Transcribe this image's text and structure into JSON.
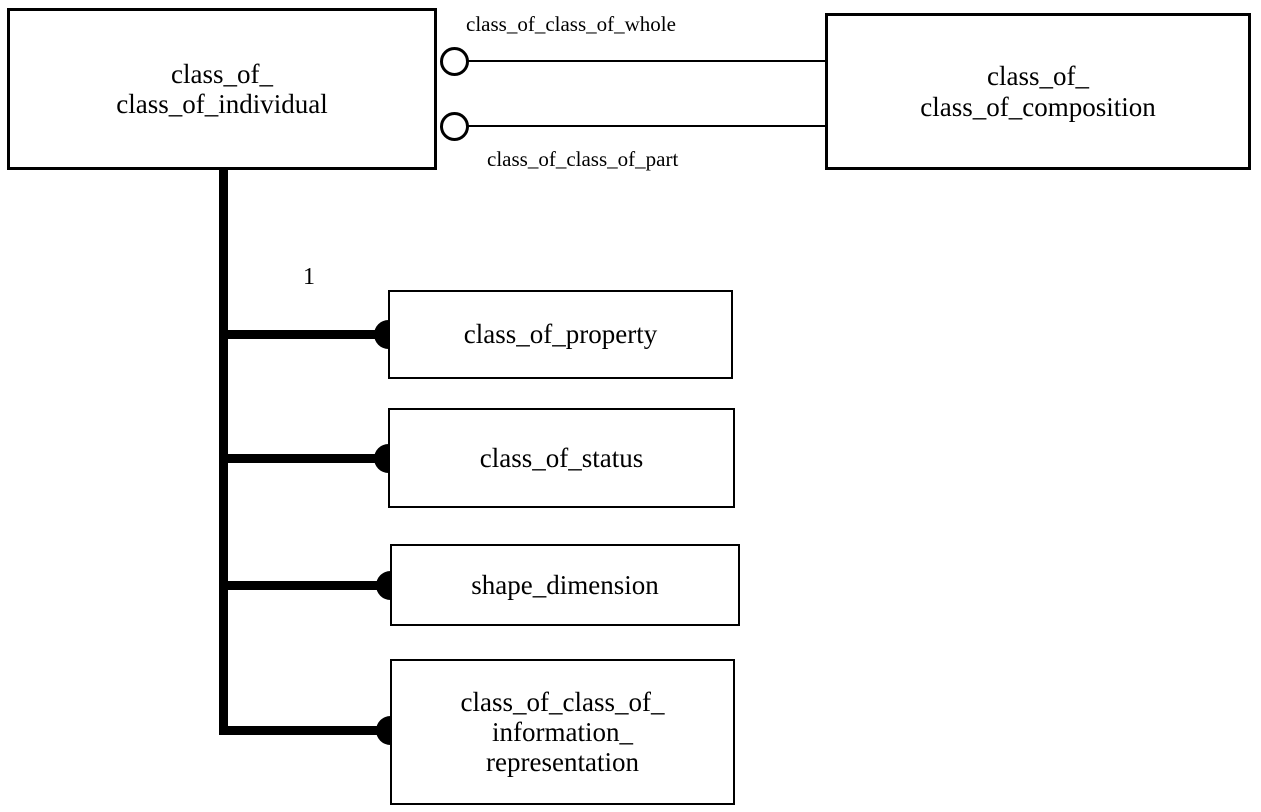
{
  "diagram": {
    "type": "express-g-entity-relationship",
    "title": "class_of_class_of_individual EXPRESS-G diagram",
    "line_color": "#000000",
    "background_color": "#ffffff",
    "entities": {
      "root": {
        "name": "class_of_class_of_individual",
        "lines": "class_of_\nclass_of_individual"
      },
      "composition": {
        "name": "class_of_class_of_composition",
        "lines": "class_of_\nclass_of_composition"
      },
      "subtypes": [
        {
          "name": "class_of_property",
          "lines": "class_of_property"
        },
        {
          "name": "class_of_status",
          "lines": "class_of_status"
        },
        {
          "name": "shape_dimension",
          "lines": "shape_dimension"
        },
        {
          "name": "class_of_class_of_information_representation",
          "lines": "class_of_class_of_\ninformation_\nrepresentation"
        }
      ]
    },
    "relationships": [
      {
        "label": "class_of_class_of_whole",
        "from": "class_of_class_of_individual",
        "to": "class_of_class_of_composition",
        "marker": "open-circle"
      },
      {
        "label": "class_of_class_of_part",
        "from": "class_of_class_of_individual",
        "to": "class_of_class_of_composition",
        "marker": "open-circle"
      }
    ],
    "cardinality": {
      "first_branch": "1"
    }
  }
}
